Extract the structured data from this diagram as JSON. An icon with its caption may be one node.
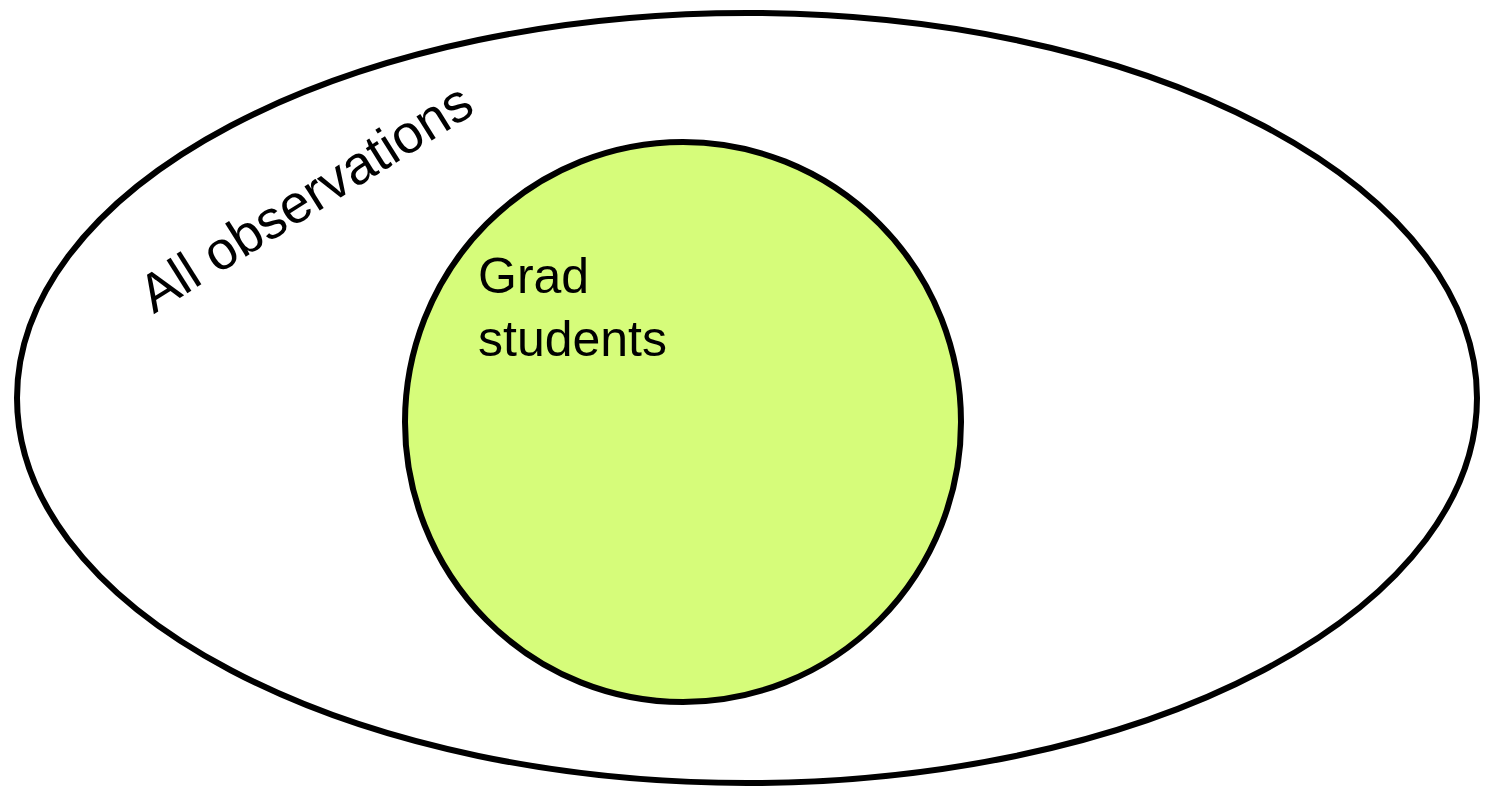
{
  "diagram": {
    "nodes": [
      {
        "text": [
          "All observations"
        ]
      },
      {
        "text": [
          "Grad students"
        ],
        "in": 0
      }
    ]
  }
}
